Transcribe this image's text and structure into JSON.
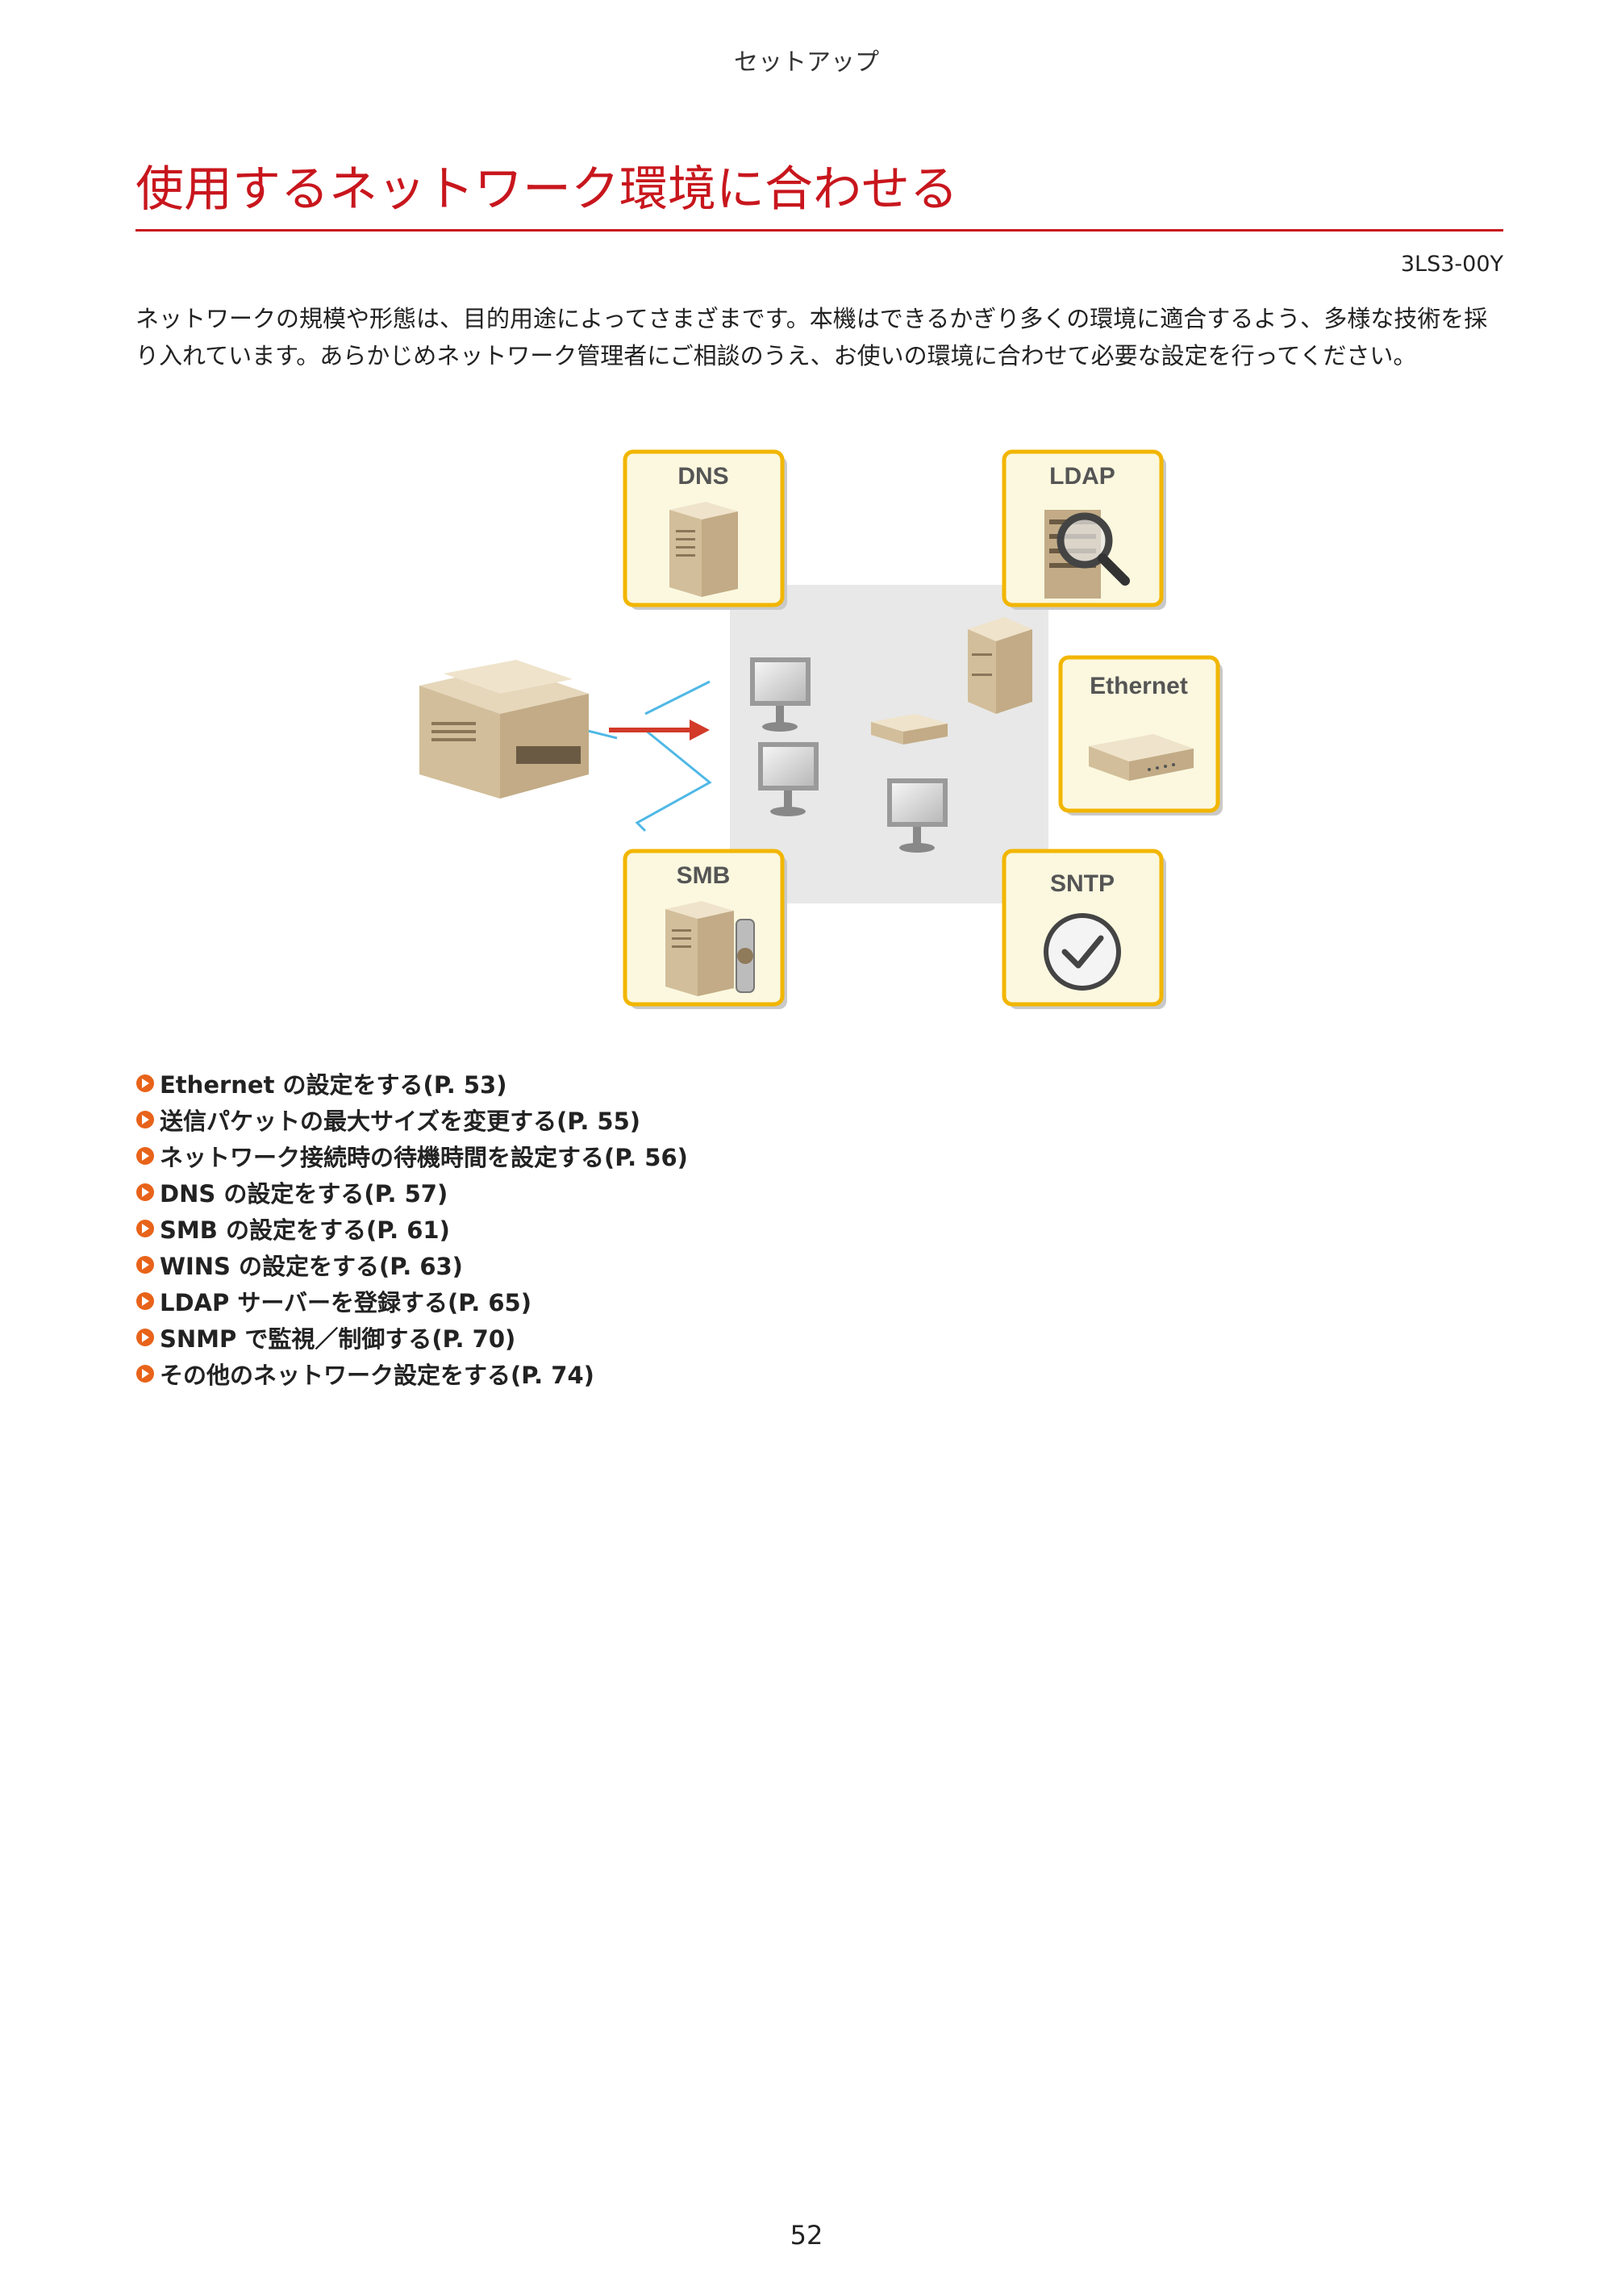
{
  "header": {
    "section": "セットアップ"
  },
  "title": "使用するネットワーク環境に合わせる",
  "doc_code": "3LS3-00Y",
  "intro": "ネットワークの規模や形態は、目的用途によってさまざまです。本機はできるかぎり多くの環境に適合するよう、多様な技術を採り入れています。あらかじめネットワーク管理者にご相談のうえ、お使いの環境に合わせて必要な設定を行ってください。",
  "figure": {
    "labels": {
      "dns": "DNS",
      "ldap": "LDAP",
      "ethernet": "Ethernet",
      "smb": "SMB",
      "sntp": "SNTP"
    }
  },
  "links": [
    "Ethernet の設定をする(P. 53)",
    "送信パケットの最大サイズを変更する(P. 55)",
    "ネットワーク接続時の待機時間を設定する(P. 56)",
    "DNS の設定をする(P. 57)",
    "SMB の設定をする(P. 61)",
    "WINS の設定をする(P. 63)",
    "LDAP サーバーを登録する(P. 65)",
    "SNMP で監視／制御する(P. 70)",
    "その他のネットワーク設定をする(P. 74)"
  ],
  "colors": {
    "accent": "#c8161d",
    "bullet": "#e8631a",
    "card_border": "#f2b600",
    "card_bg": "#fbf8df",
    "cable": "#4fb8e6"
  },
  "page_number": "52"
}
